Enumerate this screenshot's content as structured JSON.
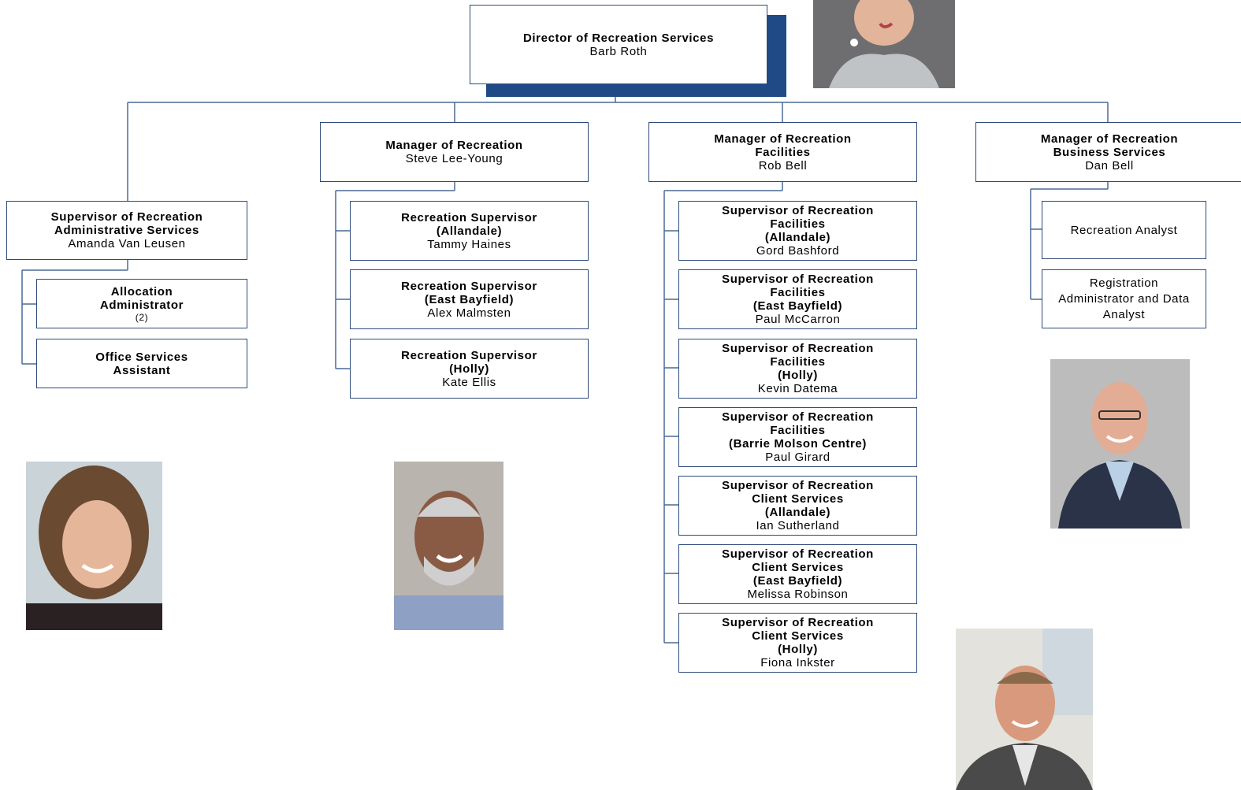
{
  "director": {
    "title": "Director of Recreation Services",
    "name": "Barb Roth"
  },
  "admin_supervisor": {
    "title": "Supervisor of Recreation\nAdministrative Services",
    "name": "Amanda Van Leusen"
  },
  "admin_staff": [
    {
      "title": "Allocation\nAdministrator",
      "note": "(2)"
    },
    {
      "title": "Office Services\nAssistant"
    }
  ],
  "managers": [
    {
      "title": "Manager of Recreation",
      "name": "Steve Lee-Young"
    },
    {
      "title": "Manager of Recreation\nFacilities",
      "name": "Rob Bell"
    },
    {
      "title": "Manager of Recreation\nBusiness Services",
      "name": "Dan Bell"
    }
  ],
  "recreation_supervisors": [
    {
      "title": "Recreation Supervisor\n(Allandale)",
      "name": "Tammy Haines"
    },
    {
      "title": "Recreation Supervisor\n(East Bayfield)",
      "name": "Alex Malmsten"
    },
    {
      "title": "Recreation Supervisor\n(Holly)",
      "name": "Kate Ellis"
    }
  ],
  "facility_supervisors": [
    {
      "title": "Supervisor of Recreation\nFacilities\n(Allandale)",
      "name": "Gord Bashford"
    },
    {
      "title": "Supervisor of Recreation\nFacilities\n(East Bayfield)",
      "name": "Paul McCarron"
    },
    {
      "title": "Supervisor of Recreation\nFacilities\n(Holly)",
      "name": "Kevin Datema"
    },
    {
      "title": "Supervisor of Recreation\nFacilities\n(Barrie Molson Centre)",
      "name": "Paul Girard"
    },
    {
      "title": "Supervisor of Recreation\nClient Services\n(Allandale)",
      "name": "Ian Sutherland"
    },
    {
      "title": "Supervisor of Recreation\nClient Services\n(East Bayfield)",
      "name": "Melissa Robinson"
    },
    {
      "title": "Supervisor of Recreation\nClient Services\n(Holly)",
      "name": "Fiona Inkster"
    }
  ],
  "business_staff": [
    {
      "title": "Recreation Analyst"
    },
    {
      "title": "Registration\nAdministrator and Data\nAnalyst"
    }
  ],
  "colors": {
    "border": "#2e4a7a",
    "shadow": "#1f4a86",
    "lines": "#4a6a95"
  }
}
